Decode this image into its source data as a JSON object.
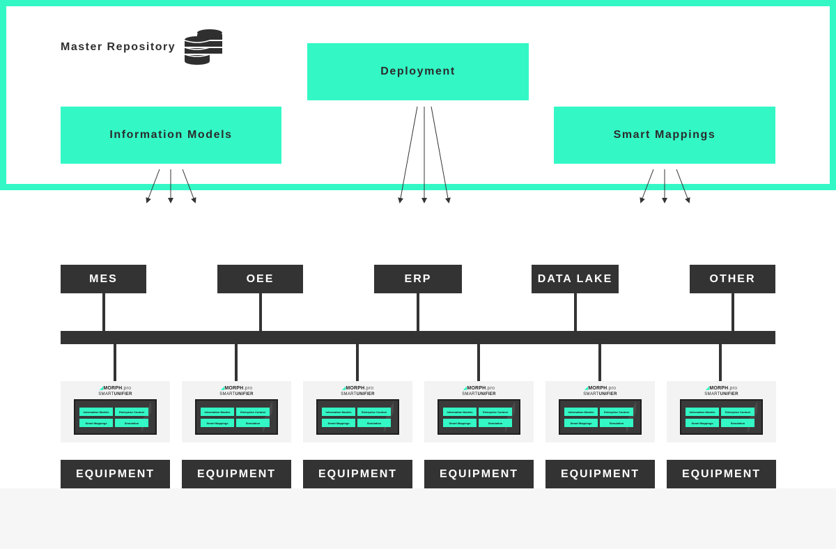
{
  "repository": {
    "title": "Master Repository",
    "icon": "database-stack-icon",
    "colors": {
      "frame": "#33f8c6",
      "box": "#33f8c6",
      "dark": "#333333"
    }
  },
  "top_boxes": {
    "information_models": "Information Models",
    "deployment": "Deployment",
    "smart_mappings": "Smart Mappings"
  },
  "systems": [
    "MES",
    "OEE",
    "ERP",
    "DATA LAKE",
    "OTHER"
  ],
  "device": {
    "brand_mark": "MORPH",
    "brand_suffix": ".pro",
    "product_light": "SMART",
    "product_bold": "UNIFIER",
    "tiles": [
      "Information Models",
      "Enterprise Context",
      "Smart Mappings",
      "Simulation"
    ]
  },
  "equipment_label": "EQUIPMENT",
  "devices": [
    {
      "label": "EQUIPMENT"
    },
    {
      "label": "EQUIPMENT"
    },
    {
      "label": "EQUIPMENT"
    },
    {
      "label": "EQUIPMENT"
    },
    {
      "label": "EQUIPMENT"
    },
    {
      "label": "EQUIPMENT"
    }
  ]
}
